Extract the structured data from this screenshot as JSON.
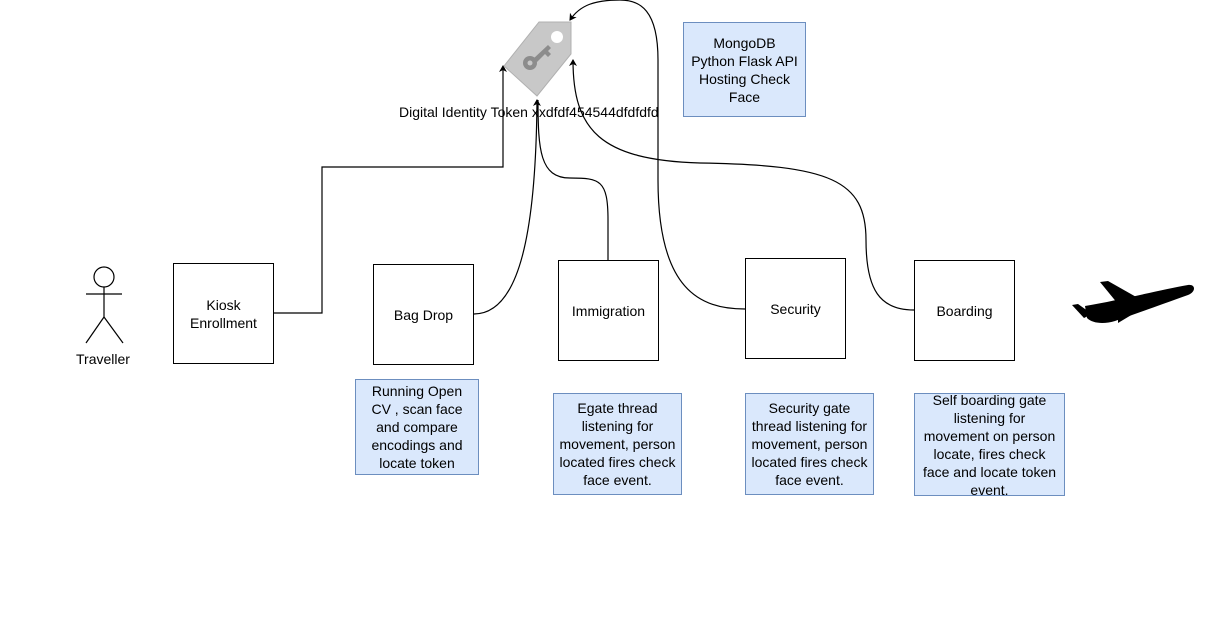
{
  "actor": {
    "label": "Traveller"
  },
  "boxes": {
    "kiosk": "Kiosk\nEnrollment",
    "bag_drop": "Bag Drop",
    "immigration": "Immigration",
    "security": "Security",
    "boarding": "Boarding"
  },
  "token": {
    "label": "Digital Identity Token xxdfdf454544dfdfdfd",
    "icon": "key-tag-icon"
  },
  "server_note": "MongoDB\nPython Flask API\nHosting Check\nFace",
  "notes": {
    "bag_drop": "Running Open\nCV , scan face\nand compare\nencodings and\nlocate token",
    "immigration": "Egate thread\nlistening for\nmovement, person\nlocated fires check\nface event.",
    "security": "Security gate\nthread listening for\nmovement, person\nlocated fires check\nface event.",
    "boarding": "Self boarding gate\nlistening for\nmovement on person\nlocate, fires check\nface and locate token\nevent."
  },
  "icons": {
    "actor": "stick-figure-icon",
    "airplane": "airplane-icon"
  },
  "colors": {
    "note_fill": "#dae8fc",
    "note_border": "#6c8ebf",
    "tag_fill": "#c8c8c8"
  }
}
